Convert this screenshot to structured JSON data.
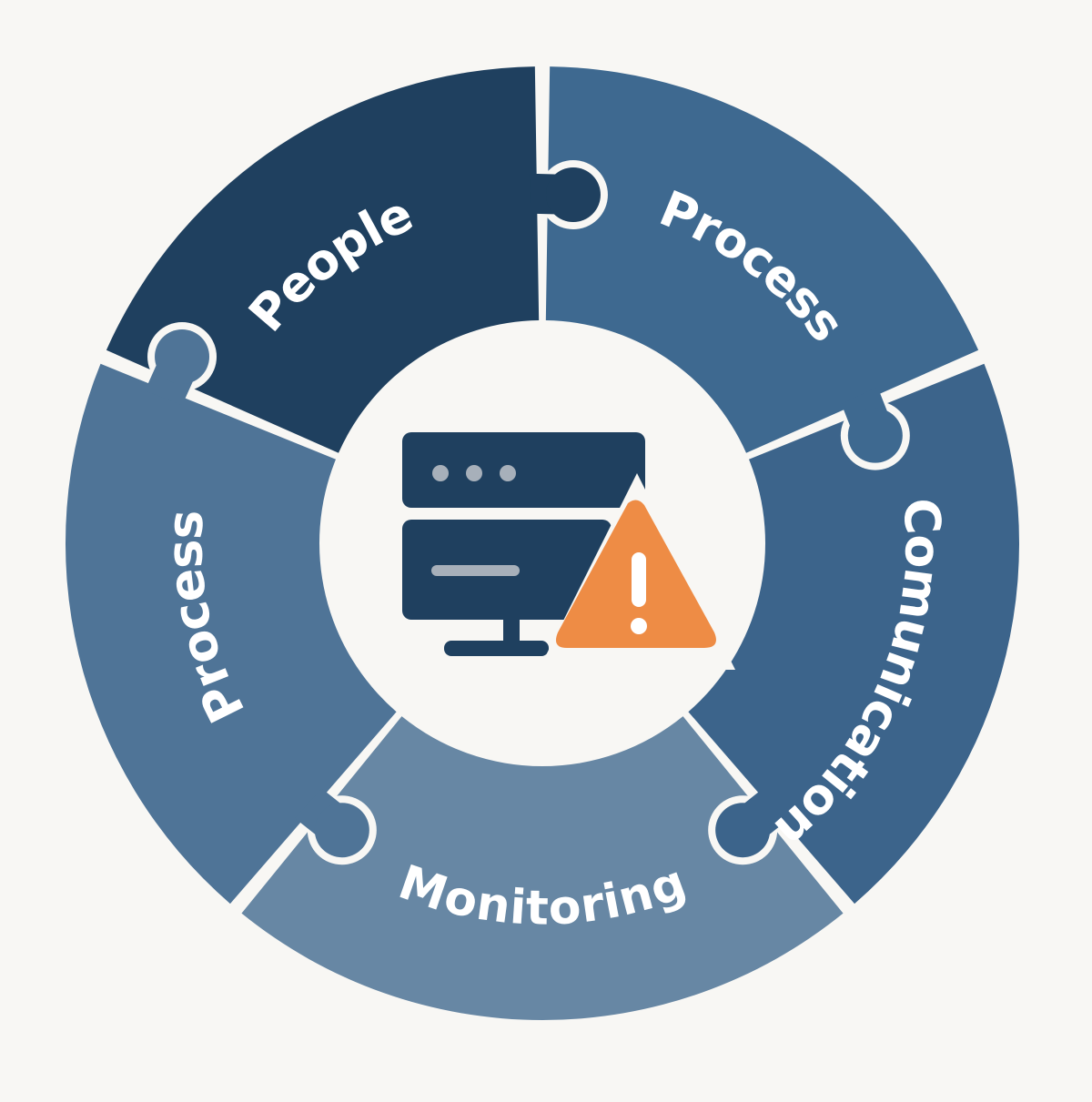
{
  "diagram": {
    "type": "puzzle-ring",
    "background": "#f8f7f4",
    "segments": [
      {
        "id": "people",
        "label": "People",
        "color": "#1f405f"
      },
      {
        "id": "process-top",
        "label": "Process",
        "color": "#3e6990"
      },
      {
        "id": "communication",
        "label": "Comunication",
        "color": "#3c648b"
      },
      {
        "id": "monitoring",
        "label": "Monitoring",
        "color": "#6787a4"
      },
      {
        "id": "process-left",
        "label": "Process",
        "color": "#4f7497"
      }
    ],
    "center_icon": {
      "name": "server-warning-icon",
      "server_color": "#1f405f",
      "indicator_color": "#a7b0ba",
      "warning_color": "#ee8c45",
      "warning_glyph": "!"
    }
  }
}
